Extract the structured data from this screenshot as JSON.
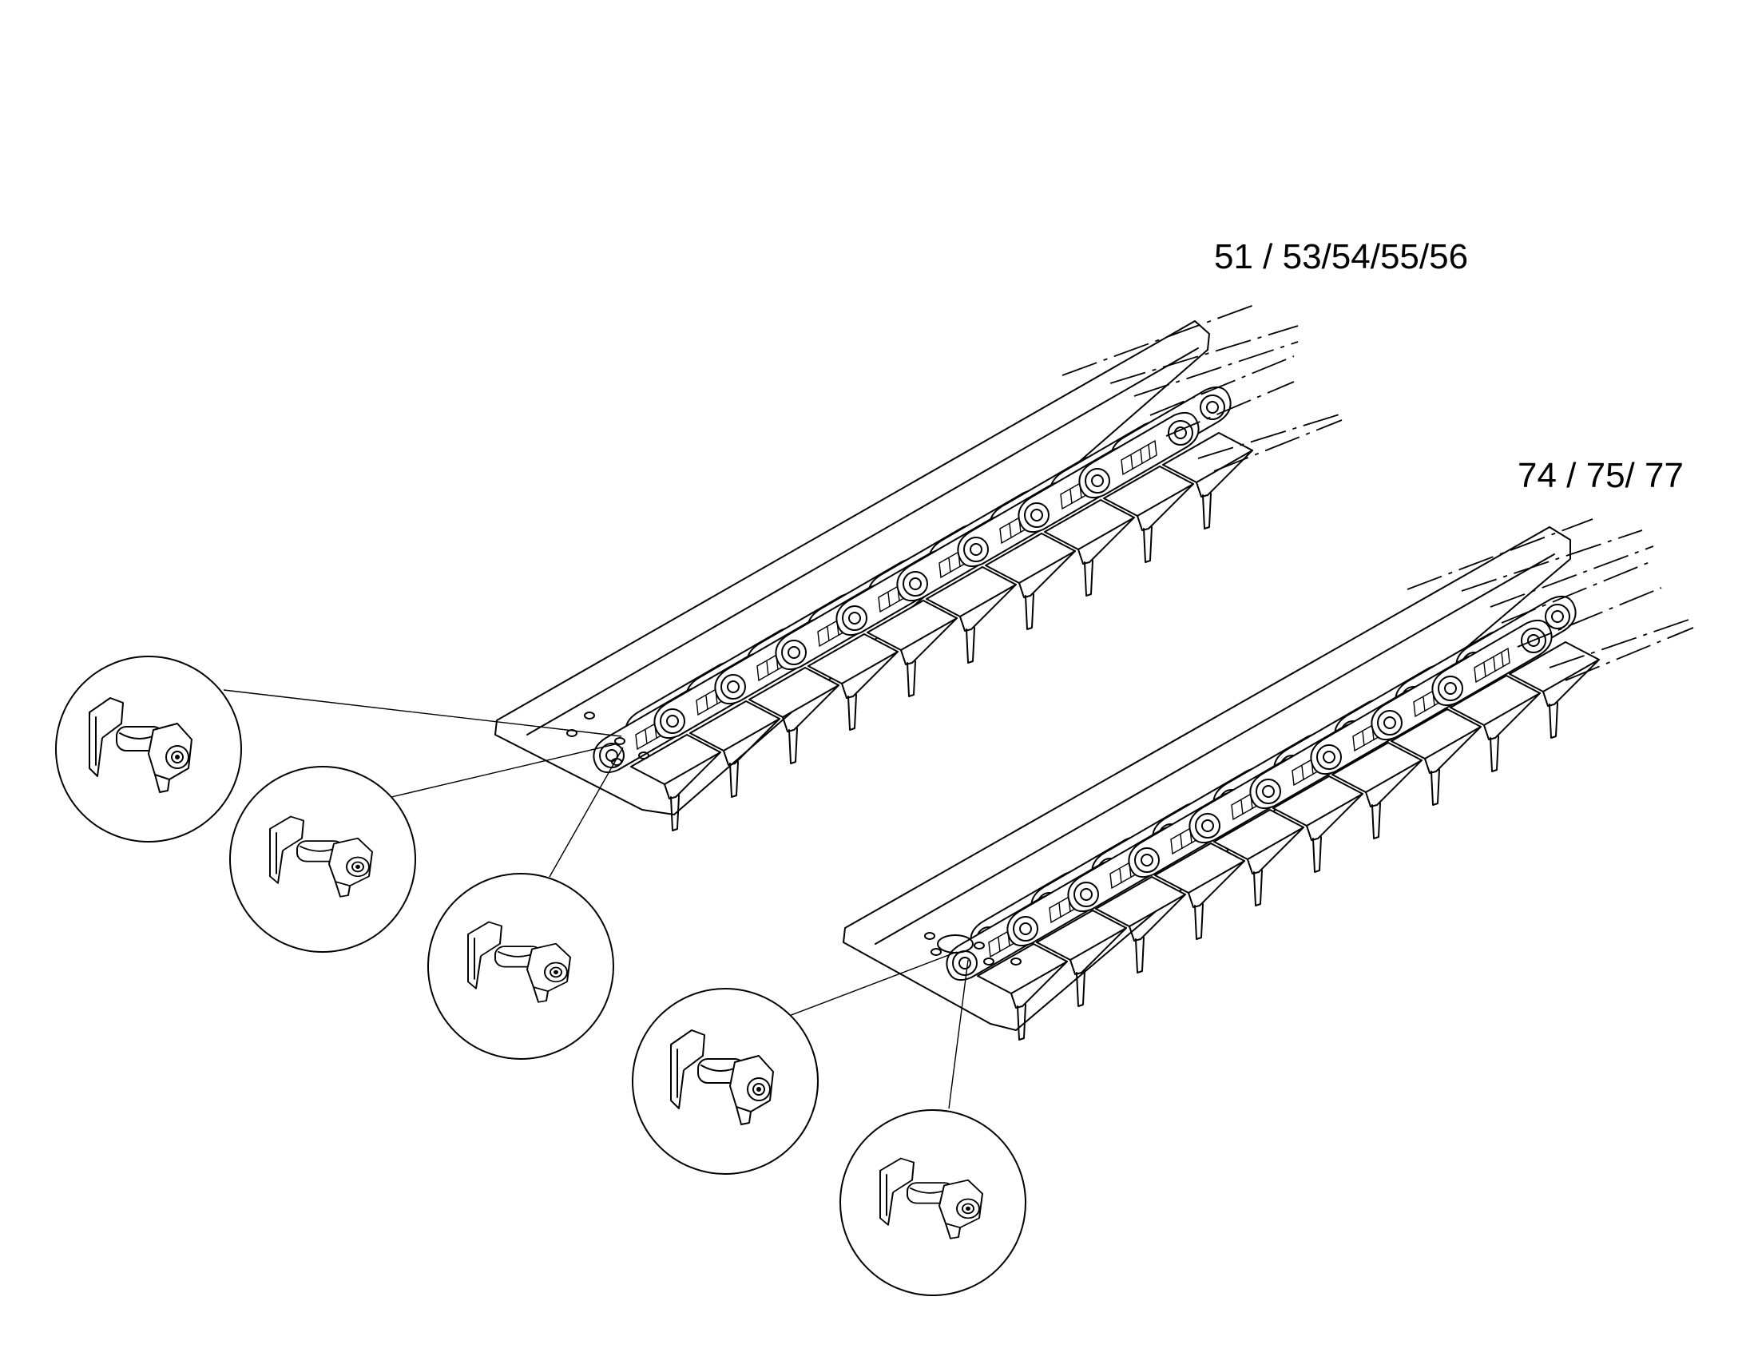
{
  "labels": {
    "upper_assembly": "51 / 53/54/55/56",
    "lower_assembly": "74 / 75/ 77"
  },
  "assemblies": [
    {
      "name": "upper-chain-assembly",
      "detail_count": 3
    },
    {
      "name": "lower-chain-assembly",
      "detail_count": 2
    }
  ],
  "detail_views": [
    {
      "id": "detail-1",
      "assembly": "upper",
      "icon": "connector-pin-icon"
    },
    {
      "id": "detail-2",
      "assembly": "upper",
      "icon": "connector-pin-icon"
    },
    {
      "id": "detail-3",
      "assembly": "upper",
      "icon": "connector-pin-icon"
    },
    {
      "id": "detail-4",
      "assembly": "lower",
      "icon": "connector-pin-icon"
    },
    {
      "id": "detail-5",
      "assembly": "lower",
      "icon": "connector-pin-icon"
    }
  ],
  "colors": {
    "line": "#000000",
    "background": "#ffffff"
  }
}
